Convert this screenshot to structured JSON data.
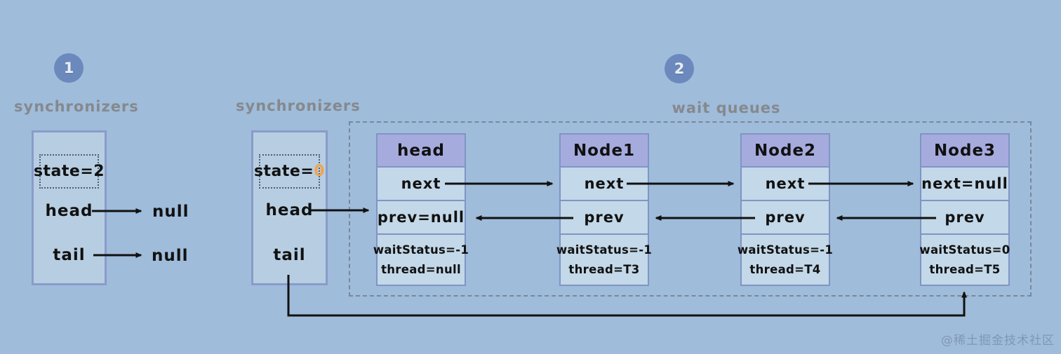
{
  "canvas": {
    "watermark": "@稀土掘金技术社区"
  },
  "colors": {
    "background": "#9fbcda",
    "badge_fill": "#6c89bd",
    "node_header_fill": "#a6abde",
    "node_cell_fill": "#c3d8e8",
    "sync_box_fill": "#b7cee2",
    "box_border": "#8094c4",
    "label_gray": "#85898e",
    "state_highlight_orange": "#f2a44d",
    "arrow_black": "#111111"
  },
  "step1": {
    "badge": "1",
    "label": "synchronizers",
    "state_prefix": "state=",
    "state_value": "2",
    "head_label": "head",
    "head_target": "null",
    "tail_label": "tail",
    "tail_target": "null"
  },
  "step2": {
    "badge": "2",
    "sync_label": "synchronizers",
    "queue_label": "wait queues",
    "state_prefix": "state=",
    "state_value": "0",
    "head_label": "head",
    "tail_label": "tail",
    "nodes": [
      {
        "title": "head",
        "next": "next",
        "prev": "prev=null",
        "wait_status": "waitStatus=-1",
        "thread": "thread=null"
      },
      {
        "title": "Node1",
        "next": "next",
        "prev": "prev",
        "wait_status": "waitStatus=-1",
        "thread": "thread=T3"
      },
      {
        "title": "Node2",
        "next": "next",
        "prev": "prev",
        "wait_status": "waitStatus=-1",
        "thread": "thread=T4"
      },
      {
        "title": "Node3",
        "next": "next=null",
        "prev": "prev",
        "wait_status": "waitStatus=0",
        "thread": "thread=T5"
      }
    ]
  }
}
